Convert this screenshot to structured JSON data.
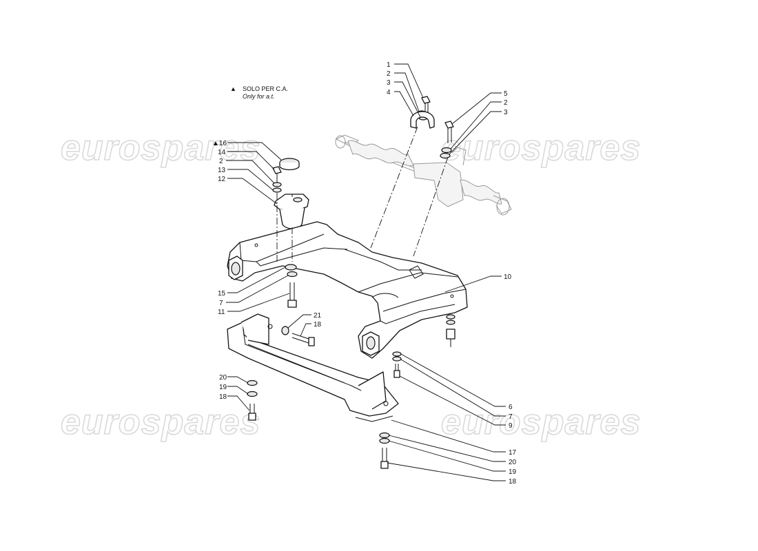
{
  "note": {
    "marker": "▲",
    "line1": "SOLO PER C.A.",
    "line2": "Only for a.t."
  },
  "watermark": {
    "text": "eurospares",
    "color": "#d9d9d9"
  },
  "callouts": [
    {
      "id": "c1",
      "text": "1"
    },
    {
      "id": "c2",
      "text": "2"
    },
    {
      "id": "c3",
      "text": "3"
    },
    {
      "id": "c4",
      "text": "4"
    },
    {
      "id": "c5",
      "text": "5"
    },
    {
      "id": "c6",
      "text": "2"
    },
    {
      "id": "c7",
      "text": "3"
    },
    {
      "id": "c8",
      "text": "▲16"
    },
    {
      "id": "c9",
      "text": "14"
    },
    {
      "id": "c10",
      "text": "2"
    },
    {
      "id": "c11",
      "text": "13"
    },
    {
      "id": "c12",
      "text": "12"
    },
    {
      "id": "c13",
      "text": "10"
    },
    {
      "id": "c14",
      "text": "15"
    },
    {
      "id": "c15",
      "text": "7"
    },
    {
      "id": "c16",
      "text": "11"
    },
    {
      "id": "c17",
      "text": "21"
    },
    {
      "id": "c18",
      "text": "18"
    },
    {
      "id": "c19",
      "text": "20"
    },
    {
      "id": "c20",
      "text": "19"
    },
    {
      "id": "c21",
      "text": "18"
    },
    {
      "id": "c22",
      "text": "6"
    },
    {
      "id": "c23",
      "text": "7"
    },
    {
      "id": "c24",
      "text": "9"
    },
    {
      "id": "c25",
      "text": "17"
    },
    {
      "id": "c26",
      "text": "20"
    },
    {
      "id": "c27",
      "text": "19"
    },
    {
      "id": "c28",
      "text": "18"
    }
  ]
}
